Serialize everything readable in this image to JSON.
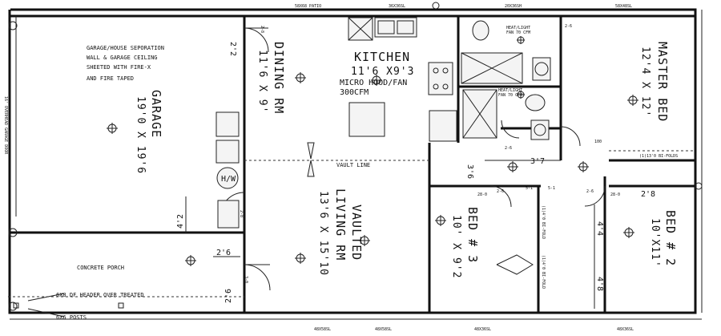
{
  "garage": {
    "title": "GARAGE",
    "size": "19'0 X 19'6",
    "note": [
      "GARAGE/HOUSE SEPORATION",
      "WALL & GARAGE CEILING",
      "SHEETED WITH FIRE-X",
      "AND FIRE TAPED"
    ],
    "door": "16' OVERHEAD GARAGE DOOR",
    "hw": "H/W",
    "dim_a": "4'2",
    "dim_b": "2'6",
    "dim_c": "2'6",
    "dim_top": "2'2"
  },
  "dining": {
    "title": "DINING RM",
    "size": "11'6 X 9'"
  },
  "kitchen": {
    "title": "KITCHEN",
    "size": "11'6 X9'3",
    "note1": "MICRO HOOD/FAN",
    "note2": "300CFM"
  },
  "living": {
    "title": "VAULTED",
    "title2": "LIVING RM",
    "size": "13'6 X 15'10",
    "vault": "VAULT LINE"
  },
  "master": {
    "title": "MASTER BED",
    "size": "12'4 X 12'"
  },
  "bed3": {
    "title": "BED # 3",
    "size": "10' X 9'2"
  },
  "bed2": {
    "title": "BED # 2",
    "size": "10'X11'"
  },
  "porch": {
    "title": "CONCRETE PORCH",
    "note1": "6X8 DF HEADER OVER TREATED",
    "note2": "6X6 POSTS"
  },
  "openings": {
    "patio": "58X68 PATIO",
    "kitchen_win": "36X36SL",
    "bath_win": "20X36SH",
    "master_win": "58X48SL",
    "liv_win1": "48X58SL",
    "liv_win2": "48X58SL",
    "bed3_win": "48X36SL",
    "bed2_win": "48X36SL",
    "fold1": "(1)13'0 BI-FOLDS",
    "fold2": "(1)4'0 BI-FOLD",
    "fold3": "(1)4'0 BI-FOLD"
  },
  "bath": {
    "fan1a": "HEAT/LIGHT",
    "fan1b": "FAN 70 CFM",
    "fan2a": "HEAT/LIGHT",
    "fan2b": "FAN 70 CFM"
  },
  "dims": {
    "hall_w": "3'7",
    "hall_l": "3'6",
    "bed2_a": "2'8",
    "bed2_b": "4'4",
    "bed2_c": "4'8",
    "d26a": "2-6",
    "d26b": "2-6",
    "d26c": "2-6",
    "d26d": "2-6",
    "d28": "2-8",
    "d28b": "2-8",
    "d30": "3-0",
    "d51": "5-1",
    "d51b": "5-1",
    "d100": "100",
    "mbr_door": "28-0",
    "mbr_door2": "28-0"
  }
}
